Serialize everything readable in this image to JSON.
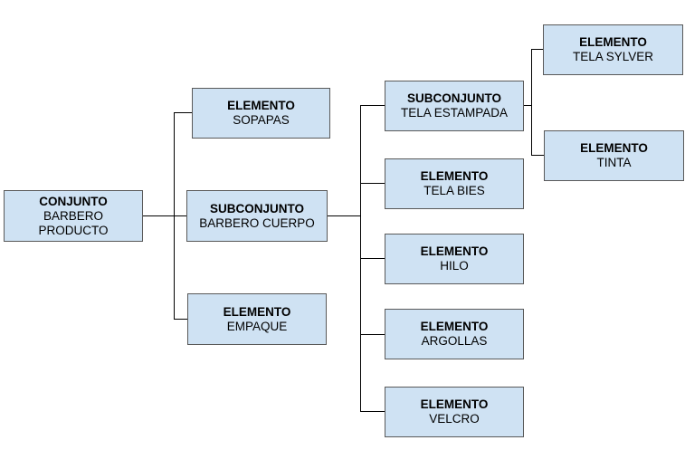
{
  "diagram": {
    "nodes": {
      "conjunto": {
        "kind": "CONJUNTO",
        "lines": [
          "BARBERO",
          "PRODUCTO"
        ]
      },
      "sopapas": {
        "kind": "ELEMENTO",
        "lines": [
          "SOPAPAS"
        ]
      },
      "cuerpo": {
        "kind": "SUBCONJUNTO",
        "lines": [
          "BARBERO CUERPO"
        ]
      },
      "empaque": {
        "kind": "ELEMENTO",
        "lines": [
          "EMPAQUE"
        ]
      },
      "estampada": {
        "kind": "SUBCONJUNTO",
        "lines": [
          "TELA ESTAMPADA"
        ]
      },
      "bies": {
        "kind": "ELEMENTO",
        "lines": [
          "TELA BIES"
        ]
      },
      "hilo": {
        "kind": "ELEMENTO",
        "lines": [
          "HILO"
        ]
      },
      "argollas": {
        "kind": "ELEMENTO",
        "lines": [
          "ARGOLLAS"
        ]
      },
      "velcro": {
        "kind": "ELEMENTO",
        "lines": [
          "VELCRO"
        ]
      },
      "sylver": {
        "kind": "ELEMENTO",
        "lines": [
          "TELA SYLVER"
        ]
      },
      "tinta": {
        "kind": "ELEMENTO",
        "lines": [
          "TINTA"
        ]
      }
    },
    "edges": [
      [
        "conjunto",
        "sopapas"
      ],
      [
        "conjunto",
        "cuerpo"
      ],
      [
        "conjunto",
        "empaque"
      ],
      [
        "cuerpo",
        "estampada"
      ],
      [
        "cuerpo",
        "bies"
      ],
      [
        "cuerpo",
        "hilo"
      ],
      [
        "cuerpo",
        "argollas"
      ],
      [
        "cuerpo",
        "velcro"
      ],
      [
        "estampada",
        "sylver"
      ],
      [
        "estampada",
        "tinta"
      ]
    ],
    "colors": {
      "node_fill": "#cfe2f3",
      "node_border": "#595959",
      "connector": "#000000"
    }
  }
}
